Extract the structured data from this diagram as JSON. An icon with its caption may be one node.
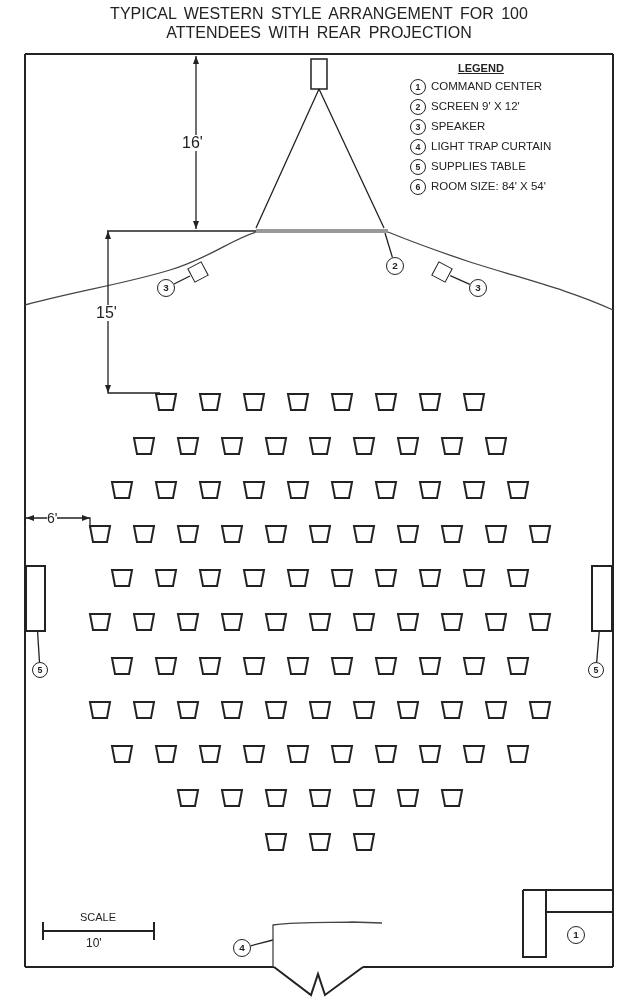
{
  "diagram": {
    "title": "TYPICAL WESTERN STYLE ARRANGEMENT FOR 100 ATTENDEES WITH REAR PROJECTION",
    "nodes": [
      {
        "text": [
          "1"
        ],
        "beside": [
          "COMMAND CENTER"
        ]
      },
      {
        "text": [
          "2"
        ],
        "beside": [
          "SCREEN 9' X 12'"
        ]
      },
      {
        "text": [
          "3"
        ],
        "beside": [
          "SPEAKER"
        ]
      },
      {
        "text": [
          "4"
        ],
        "beside": [
          "LIGHT TRAP CURTAIN"
        ]
      },
      {
        "text": [
          "5"
        ],
        "beside": [
          "SUPPLIES TABLE"
        ]
      },
      {
        "text": [
          "6"
        ],
        "beside": [
          "ROOM SIZE: 84' X 54'"
        ]
      },
      {
        "text": [],
        "shape": "bar"
      },
      {
        "text": [],
        "shape": "box"
      },
      {
        "text": [],
        "shape": "box"
      },
      {
        "text": [
          "3"
        ]
      },
      {
        "text": [
          "2"
        ]
      },
      {
        "text": [
          "3"
        ]
      },
      {
        "text": [],
        "shape": "box"
      },
      {
        "text": [],
        "shape": "box"
      },
      {
        "text": [
          "5"
        ]
      },
      {
        "text": [
          "5"
        ]
      },
      {
        "text": [],
        "shape": "line"
      },
      {
        "text": [
          "4"
        ]
      },
      {
        "text": [
          "1"
        ]
      }
    ],
    "edges": [
      {
        "from": 9,
        "to": 7,
        "arrow": "none"
      },
      {
        "from": 10,
        "to": 6,
        "arrow": "none"
      },
      {
        "from": 11,
        "to": 8,
        "arrow": "none"
      },
      {
        "from": 14,
        "to": 12,
        "arrow": "none"
      },
      {
        "from": 15,
        "to": 13,
        "arrow": "none"
      },
      {
        "from": 17,
        "to": 16,
        "arrow": "none"
      }
    ],
    "labels": [
      "LEGEND",
      "16'",
      "15'",
      "6'",
      "SCALE",
      "10'"
    ]
  }
}
